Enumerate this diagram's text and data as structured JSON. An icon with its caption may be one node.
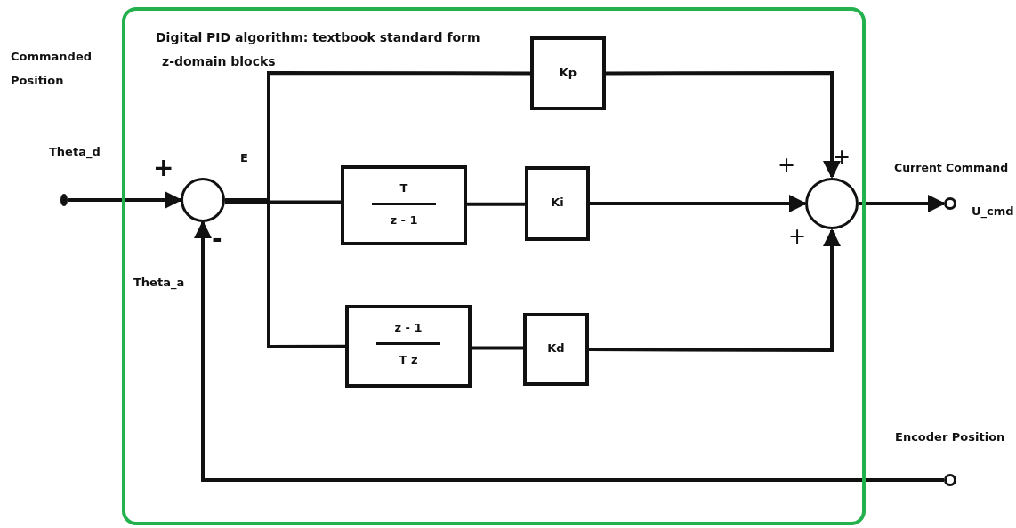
{
  "diagram": {
    "nodes": [
      {
        "text": [
          "Digital PID algorithm: textbook standard form",
          "z-domain blocks"
        ]
      },
      {
        "text": [],
        "shape": "circle"
      },
      {
        "text": [],
        "shape": "circle",
        "in": 0
      },
      {
        "text": [
          "T",
          "z - 1"
        ],
        "in": 0
      },
      {
        "text": [
          "Ki"
        ],
        "in": 0
      },
      {
        "text": [
          "Kp"
        ],
        "in": 0
      },
      {
        "text": [
          "z - 1",
          "T z"
        ],
        "in": 0
      },
      {
        "text": [
          "Kd"
        ],
        "in": 0
      },
      {
        "text": [],
        "shape": "circle",
        "in": 0
      },
      {
        "text": [],
        "shape": "circle"
      },
      {
        "text": [],
        "shape": "circle"
      }
    ],
    "edges": [
      {
        "from": 1,
        "to": 2,
        "arrow": "to"
      },
      {
        "from": 2,
        "to": 5,
        "arrow": "none"
      },
      {
        "from": 2,
        "to": 3,
        "arrow": "none"
      },
      {
        "from": 2,
        "to": 6,
        "arrow": "none"
      },
      {
        "from": 3,
        "to": 4,
        "arrow": "none"
      },
      {
        "from": 6,
        "to": 7,
        "arrow": "none"
      },
      {
        "from": 5,
        "to": 8,
        "arrow": "to"
      },
      {
        "from": 4,
        "to": 8,
        "arrow": "to"
      },
      {
        "from": 7,
        "to": 8,
        "arrow": "to"
      },
      {
        "from": 8,
        "to": 9,
        "arrow": "to"
      },
      {
        "from": 10,
        "to": 2,
        "arrow": "to"
      }
    ],
    "labels": [
      "Commanded Position",
      "Theta_d",
      "+",
      "E",
      "-",
      "Theta_a",
      "+",
      "+",
      "+",
      "Current Command",
      "U_cmd",
      "Encoder Position"
    ]
  }
}
